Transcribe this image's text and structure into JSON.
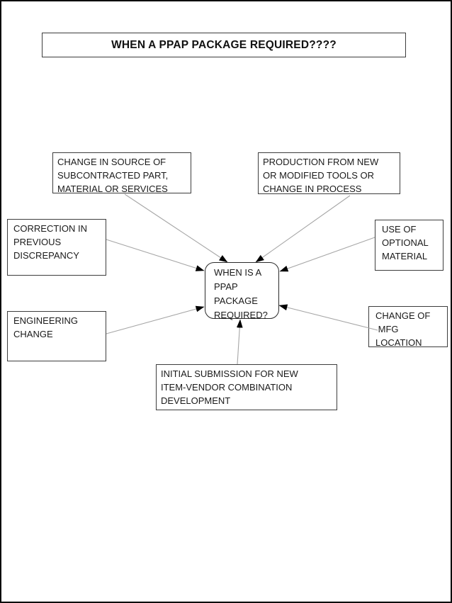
{
  "title": "WHEN A PPAP PACKAGE REQUIRED????",
  "center_node": {
    "text": "WHEN IS A\nPPAP\nPACKAGE\nREQUIRED?"
  },
  "nodes": [
    {
      "id": "change-in-source",
      "text": "CHANGE IN SOURCE OF\nSUBCONTRACTED PART,\nMATERIAL OR SERVICES"
    },
    {
      "id": "production-new-tools",
      "text": "PRODUCTION FROM NEW\nOR MODIFIED TOOLS OR\nCHANGE IN PROCESS"
    },
    {
      "id": "correction-discrepancy",
      "text": "CORRECTION IN\nPREVIOUS\nDISCREPANCY"
    },
    {
      "id": "use-optional-material",
      "text": "USE OF\nOPTIONAL\nMATERIAL"
    },
    {
      "id": "engineering-change",
      "text": "ENGINEERING\nCHANGE"
    },
    {
      "id": "change-mfg-location",
      "text": "CHANGE OF\n MFG\nLOCATION"
    },
    {
      "id": "initial-submission",
      "text": "INITIAL SUBMISSION FOR NEW\nITEM-VENDOR COMBINATION\nDEVELOPMENT"
    }
  ],
  "colors": {
    "connector": "#a6a6a6",
    "arrowhead": "#000000",
    "box_border": "#3d3d3d",
    "page_border": "#0b0b0b"
  }
}
